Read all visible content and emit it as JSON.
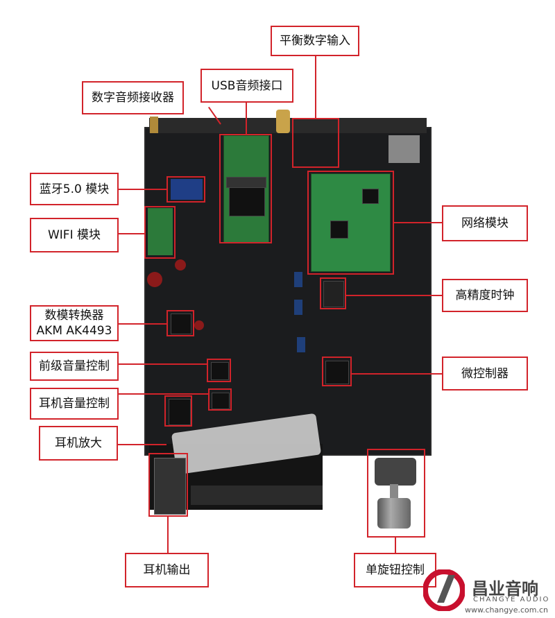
{
  "labels": {
    "balanced_digital_input": "平衡数字输入",
    "usb_audio_interface": "USB音频接口",
    "digital_audio_receiver": "数字音频接收器",
    "bluetooth_module": "蓝牙5.0 模块",
    "wifi_module": "WIFI 模块",
    "network_module": "网络模块",
    "high_precision_clock": "高精度时钟",
    "dac_line1": "数模转换器",
    "dac_line2": "AKM AK4493",
    "microcontroller": "微控制器",
    "preamp_volume": "前级音量控制",
    "headphone_volume": "耳机音量控制",
    "headphone_amp": "耳机放大",
    "headphone_output": "耳机输出",
    "single_knob_control": "单旋钮控制"
  },
  "brand": {
    "name_cn": "昌业音响",
    "name_en": "CHANGYE AUDIO",
    "url": "www.changye.com.cn"
  },
  "colors": {
    "accent": "#d2232a",
    "board": "#1b1c1e",
    "module_green": "#2e7d3a"
  }
}
